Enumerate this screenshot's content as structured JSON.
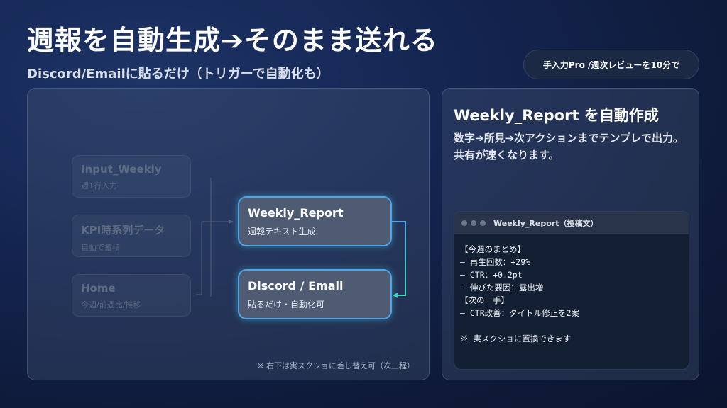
{
  "header": {
    "title": "週報を自動生成➔そのまま送れる",
    "subtitle": "Discord/Emailに貼るだけ（トリガーで自動化も）",
    "badge": "手入力Pro  /週次レビューを10分で"
  },
  "flow": {
    "inputs": [
      {
        "title": "Input_Weekly",
        "sub": "週1行入力"
      },
      {
        "title": "KPI時系列データ",
        "sub": "自動で蓄積"
      },
      {
        "title": "Home",
        "sub": "今週/前週比/推移"
      }
    ],
    "outputs": [
      {
        "title": "Weekly_Report",
        "sub": "週報テキスト生成"
      },
      {
        "title": "Discord / Email",
        "sub": "貼るだけ・自動化可"
      }
    ],
    "footnote": "※ 右下は実スクショに差し替え可（次工程）",
    "accent": "#4fa3e8",
    "accent2": "#3fd6b8"
  },
  "side": {
    "title": "Weekly_Report を自動作成",
    "desc": "数字➔所見➔次アクションまでテンプレで出力。共有が速くなります。",
    "window": {
      "title": "Weekly_Report（投稿文）",
      "lines": [
        "【今週のまとめ】",
        "— 再生回数：+29%",
        "— CTR：+0.2pt",
        "— 伸びた要因：露出増",
        "【次の一手】",
        "— CTR改善：タイトル修正を2案",
        "",
        "※ 実スクショに置換できます"
      ]
    }
  }
}
